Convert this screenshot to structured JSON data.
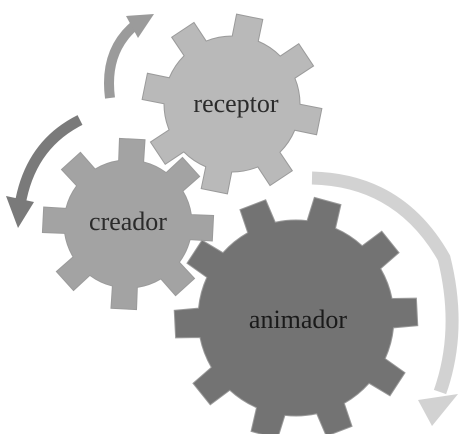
{
  "diagram": {
    "gears": [
      {
        "id": "receptor",
        "label": "receptor",
        "color": "#b9b9b9",
        "text_color": "#2b2b2b",
        "teeth": 8
      },
      {
        "id": "creador",
        "label": "creador",
        "color": "#a3a3a3",
        "text_color": "#2b2b2b",
        "teeth": 8
      },
      {
        "id": "animador",
        "label": "animador",
        "color": "#737373",
        "text_color": "#1a1a1a",
        "teeth": 10
      }
    ],
    "arrows": [
      {
        "id": "top",
        "color": "#9b9b9b"
      },
      {
        "id": "left",
        "color": "#7a7a7a"
      },
      {
        "id": "right",
        "color": "#d2d2d2"
      }
    ]
  }
}
